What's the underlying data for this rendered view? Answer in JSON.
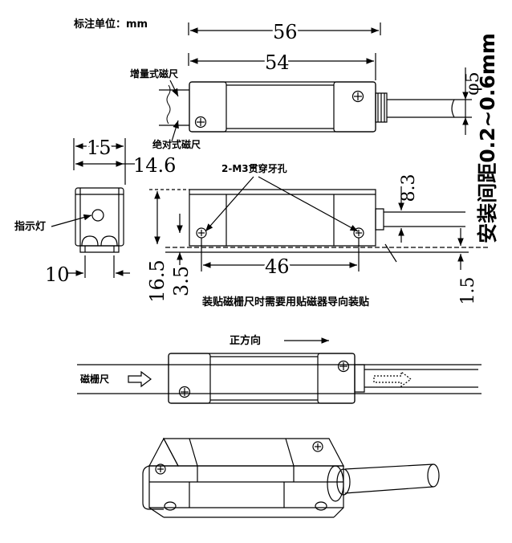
{
  "labels": {
    "unit_note": "标注单位：mm",
    "incremental_scale": "增量式磁尺",
    "absolute_scale": "绝对式磁尺",
    "mounting_holes": "2-M3贯穿牙孔",
    "indicator_light": "指示灯",
    "mounting_note": "装贴磁栅尺时需要用贴磁器导向装贴",
    "positive_direction": "正方向",
    "magnetic_scale": "磁栅尺",
    "install_gap": "安装间距0.2~0.6mm"
  },
  "dimensions": {
    "overall_length": "56",
    "body_length": "54",
    "cable_diameter": "φ5",
    "width": "15",
    "width_inner": "14.6",
    "hole_spacing": "46",
    "height": "16.5",
    "height_small": "3.5",
    "cable_height": "8.3",
    "scale_thickness": "1.5",
    "bottom_width": "10"
  }
}
